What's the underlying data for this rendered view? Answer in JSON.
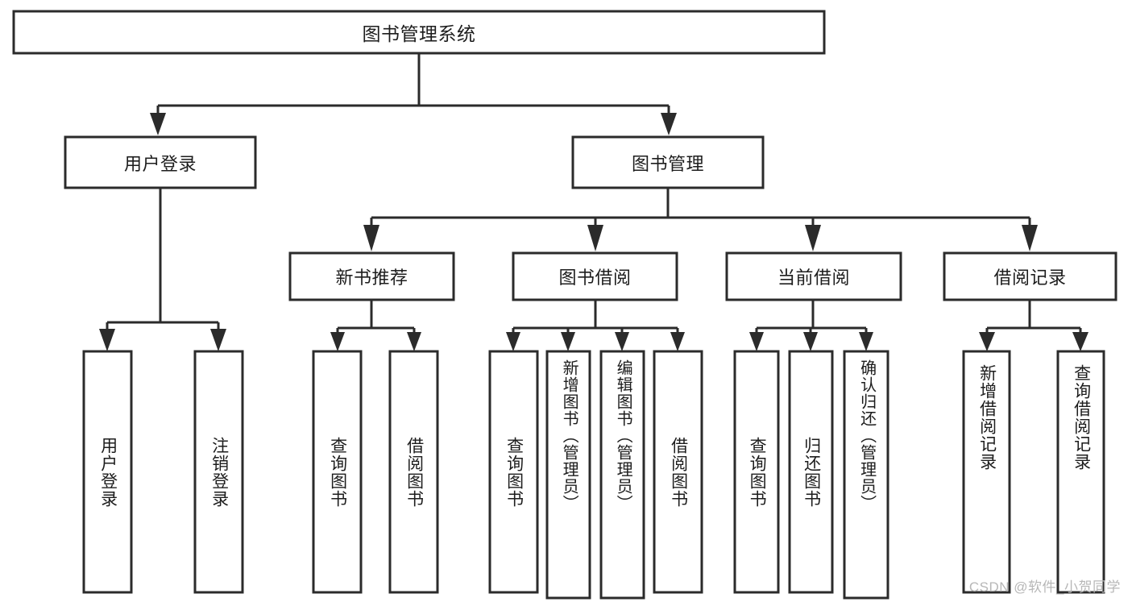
{
  "diagram": {
    "type": "tree-hierarchy",
    "title": "图书管理系统",
    "root": {
      "id": "root",
      "label": "图书管理系统",
      "level": 1
    },
    "level2": [
      {
        "id": "user-login",
        "label": "用户登录"
      },
      {
        "id": "book-management",
        "label": "图书管理"
      }
    ],
    "level3": [
      {
        "id": "new-book-recommend",
        "label": "新书推荐",
        "parent": "book-management"
      },
      {
        "id": "book-borrow",
        "label": "图书借阅",
        "parent": "book-management"
      },
      {
        "id": "current-borrow",
        "label": "当前借阅",
        "parent": "book-management"
      },
      {
        "id": "borrow-record",
        "label": "借阅记录",
        "parent": "book-management"
      }
    ],
    "leaves": {
      "user-login": [
        {
          "id": "leaf-user-login",
          "label": "用户登录"
        },
        {
          "id": "leaf-logout",
          "label": "注销登录"
        }
      ],
      "new-book-recommend": [
        {
          "id": "leaf-query-book-1",
          "label": "查询图书"
        },
        {
          "id": "leaf-borrow-book-1",
          "label": "借阅图书"
        }
      ],
      "book-borrow": [
        {
          "id": "leaf-query-book-2",
          "label": "查询图书"
        },
        {
          "id": "leaf-add-book",
          "label": "新增图书（管理员）"
        },
        {
          "id": "leaf-edit-book",
          "label": "编辑图书（管理员）"
        },
        {
          "id": "leaf-borrow-book-2",
          "label": "借阅图书"
        }
      ],
      "current-borrow": [
        {
          "id": "leaf-query-book-3",
          "label": "查询图书"
        },
        {
          "id": "leaf-return-book",
          "label": "归还图书"
        },
        {
          "id": "leaf-confirm-return",
          "label": "确认归还（管理员）"
        }
      ],
      "borrow-record": [
        {
          "id": "leaf-add-record",
          "label": "新增借阅记录"
        },
        {
          "id": "leaf-query-record",
          "label": "查询借阅记录"
        }
      ]
    },
    "colors": {
      "stroke": "#2b2b2b",
      "fill": "#ffffff",
      "text": "#1d1d1d",
      "watermark": "#b7b7b7",
      "background": "#ffffff"
    }
  },
  "watermark": {
    "text": "CSDN @软件_小贺同学"
  }
}
